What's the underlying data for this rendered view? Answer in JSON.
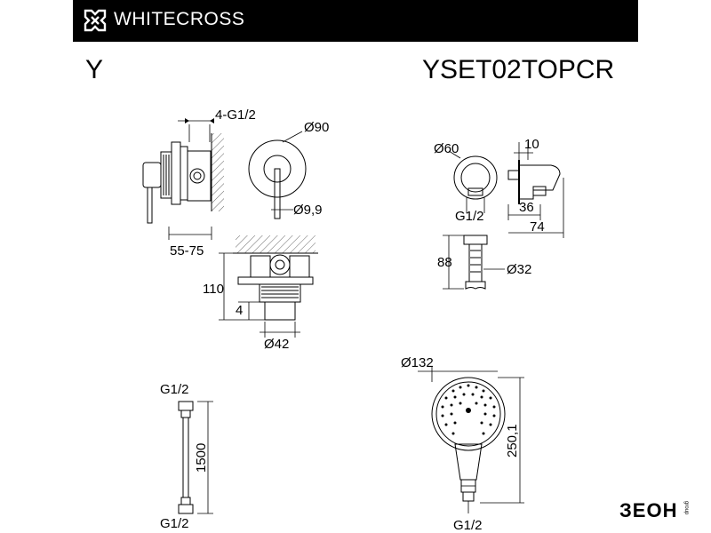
{
  "header": {
    "brand": "WHITECROSS",
    "series": "Y",
    "model": "YSET02TOPCR",
    "logo_icon": "whitecross-logo-icon",
    "background": "#000000",
    "text_color": "#ffffff"
  },
  "dimensions": {
    "mixer_thread": "4-G1/2",
    "mixer_plate_dia": "Ø90",
    "lever_dia": "Ø9,9",
    "mixer_depth": "55-75",
    "box_height": "110",
    "box_offset": "4",
    "box_dia": "Ø42",
    "outlet_dia": "Ø60",
    "outlet_thread": "G1/2",
    "holder_width": "10",
    "holder_depth_1": "36",
    "holder_depth_2": "74",
    "holder_height": "88",
    "holder_dia": "Ø32",
    "hose_thread_top": "G1/2",
    "hose_length": "1500",
    "hose_thread_bottom": "G1/2",
    "head_dia": "Ø132",
    "head_length": "250,1",
    "head_thread": "G1/2"
  },
  "watermark": {
    "text": "ЗЕОН",
    "small": "group"
  }
}
